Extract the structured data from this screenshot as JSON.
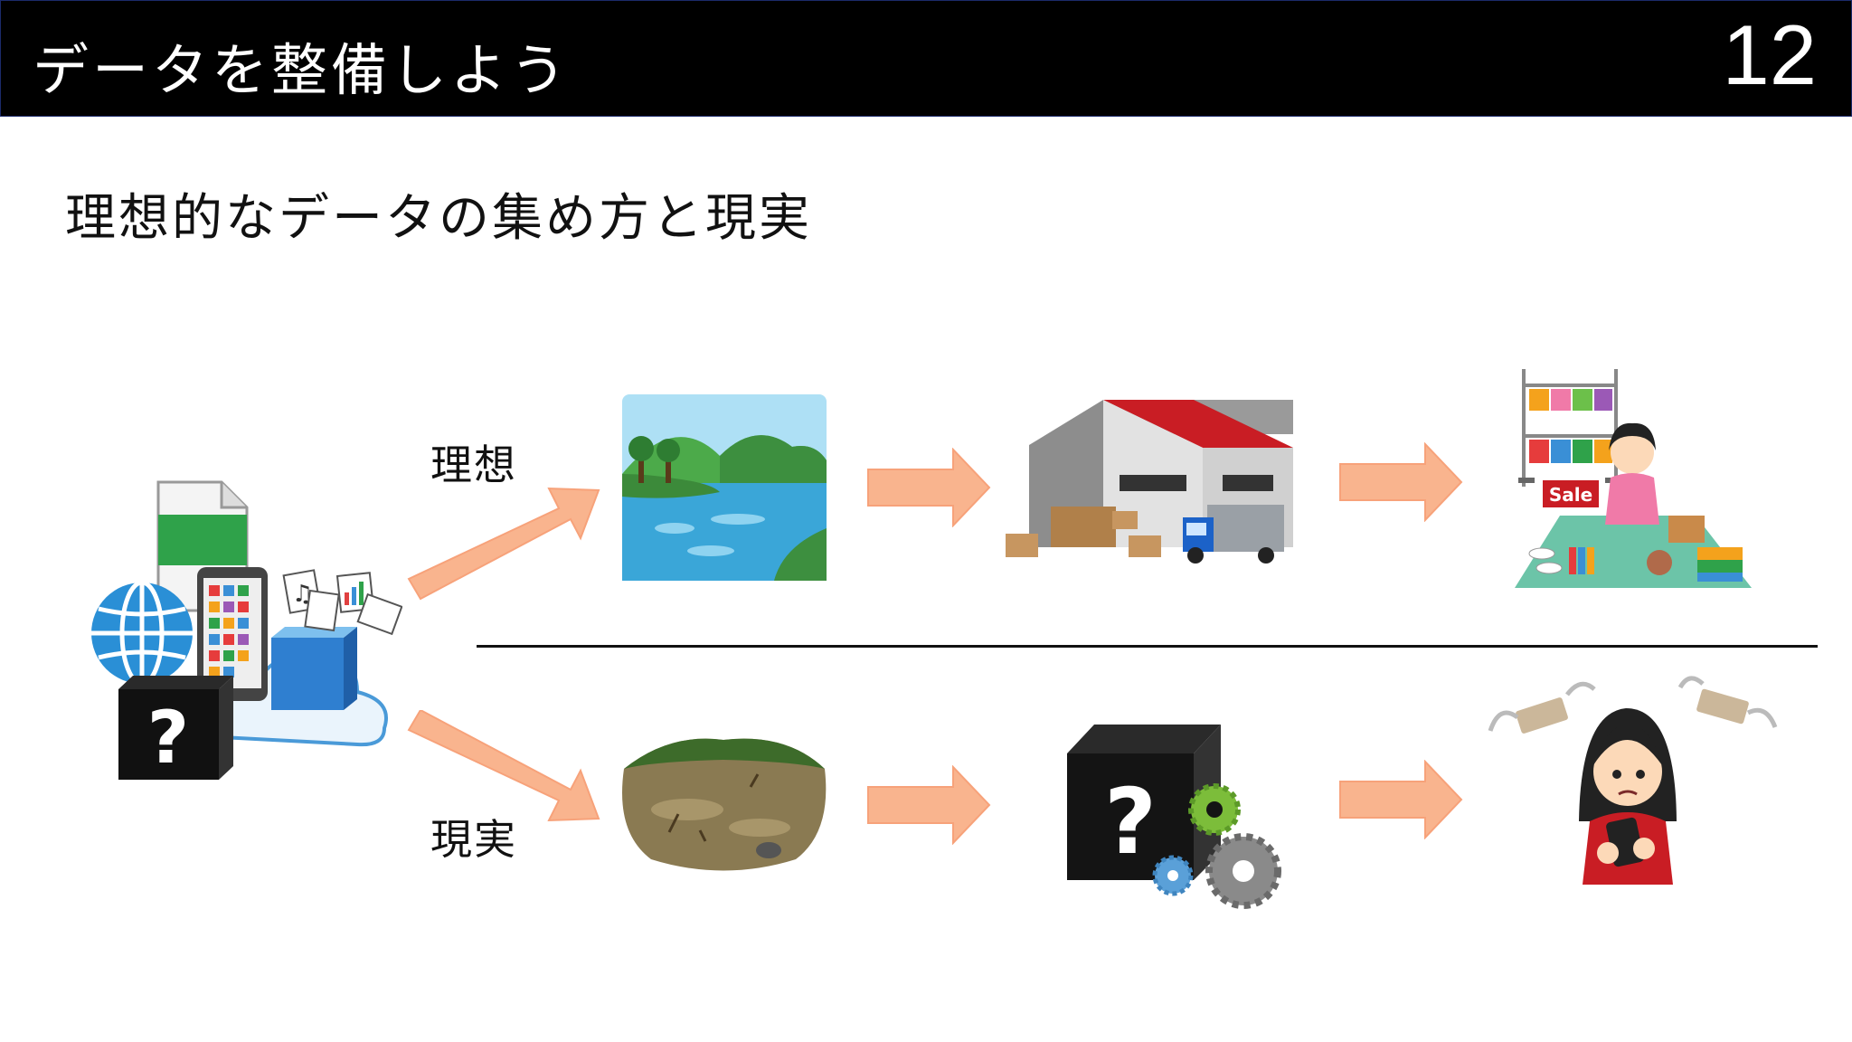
{
  "header": {
    "title": "データを整備しよう",
    "page_number": "12"
  },
  "subtitle": "理想的なデータの集め方と現実",
  "rows": {
    "ideal_label": "理想",
    "reality_label": "現実"
  },
  "illustrations": {
    "source_sign": "Sale",
    "colors": {
      "arrow_fill": "#f9b48e",
      "arrow_stroke": "#f7a27a",
      "lake": "#3aa6d8",
      "mountain": "#4caa4a",
      "warehouse_roof": "#d0202a",
      "truck": "#1c62c8",
      "box": "#1a1a1a"
    }
  }
}
